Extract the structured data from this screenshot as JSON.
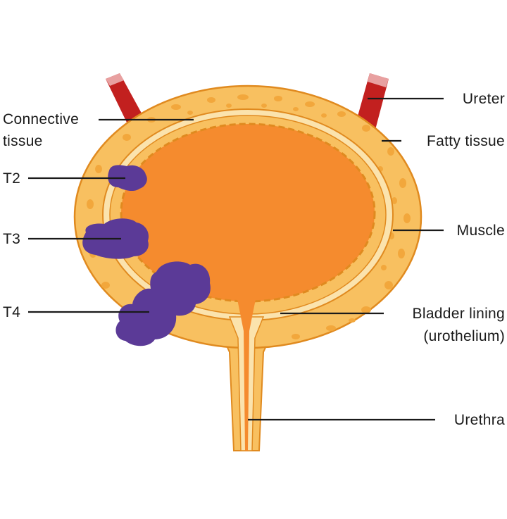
{
  "labels": {
    "connective_tissue_1": "Connective",
    "connective_tissue_2": "tissue",
    "t2": "T2",
    "t3": "T3",
    "t4": "T4",
    "ureter": "Ureter",
    "fatty_tissue": "Fatty tissue",
    "muscle": "Muscle",
    "bladder_lining_1": "Bladder lining",
    "bladder_lining_2": "(urothelium)",
    "urethra": "Urethra"
  },
  "colors": {
    "background": "#ffffff",
    "fatty_layer": "#f8c060",
    "fat_globules": "#f2a73c",
    "muscle_band": "#fbe3ad",
    "lumen": "#f58b2e",
    "outline": "#e08a1f",
    "ureter": "#c2201f",
    "tumour": "#5b3a97",
    "text": "#1a1a1a"
  }
}
